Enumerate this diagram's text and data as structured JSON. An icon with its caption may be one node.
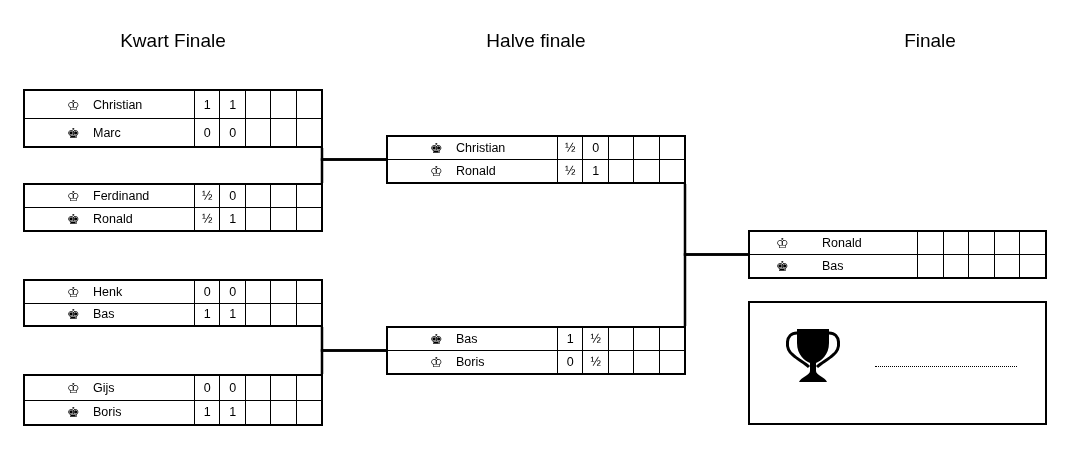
{
  "diagram": {
    "nodes": [
      {
        "text": [],
        "shape": "box"
      },
      {
        "text": [
          "♔",
          "Christian",
          "1",
          "1"
        ],
        "in": 0
      },
      {
        "text": [
          "♚",
          "Marc",
          "0",
          "0"
        ],
        "in": 0
      },
      {
        "text": [],
        "shape": "box"
      },
      {
        "text": [
          "♔",
          "Ferdinand",
          "½",
          "0"
        ],
        "in": 3
      },
      {
        "text": [
          "♚",
          "Ronald",
          "½",
          "1"
        ],
        "in": 3
      },
      {
        "text": [],
        "shape": "box"
      },
      {
        "text": [
          "♔",
          "Henk",
          "0",
          "0"
        ],
        "in": 6
      },
      {
        "text": [
          "♚",
          "Bas",
          "1",
          "1"
        ],
        "in": 6
      },
      {
        "text": [],
        "shape": "box"
      },
      {
        "text": [
          "♔",
          "Gijs",
          "0",
          "0"
        ],
        "in": 9
      },
      {
        "text": [
          "♚",
          "Boris",
          "1",
          "1"
        ],
        "in": 9
      },
      {
        "text": [],
        "shape": "box"
      },
      {
        "text": [
          "♚",
          "Christian",
          "½",
          "0"
        ],
        "in": 12
      },
      {
        "text": [
          "♔",
          "Ronald",
          "½",
          "1"
        ],
        "in": 12
      },
      {
        "text": [],
        "shape": "box"
      },
      {
        "text": [
          "♚",
          "Bas",
          "1",
          "½"
        ],
        "in": 15
      },
      {
        "text": [
          "♔",
          "Boris",
          "0",
          "½"
        ],
        "in": 15
      },
      {
        "text": [],
        "shape": "box"
      },
      {
        "text": [
          "♔",
          "Ronald"
        ],
        "in": 18
      },
      {
        "text": [
          "♚",
          "Bas"
        ],
        "in": 18
      },
      {
        "text": [],
        "shape": "box"
      }
    ],
    "edges": [
      {
        "from": 0,
        "to": 12,
        "arrow": "none"
      },
      {
        "from": 3,
        "to": 12,
        "arrow": "none"
      },
      {
        "from": 6,
        "to": 15,
        "arrow": "none"
      },
      {
        "from": 9,
        "to": 15,
        "arrow": "none"
      },
      {
        "from": 12,
        "to": 18,
        "arrow": "none"
      },
      {
        "from": 15,
        "to": 18,
        "arrow": "none"
      }
    ],
    "labels": [
      "Kwart Finale",
      "Halve finale",
      "Finale"
    ]
  }
}
